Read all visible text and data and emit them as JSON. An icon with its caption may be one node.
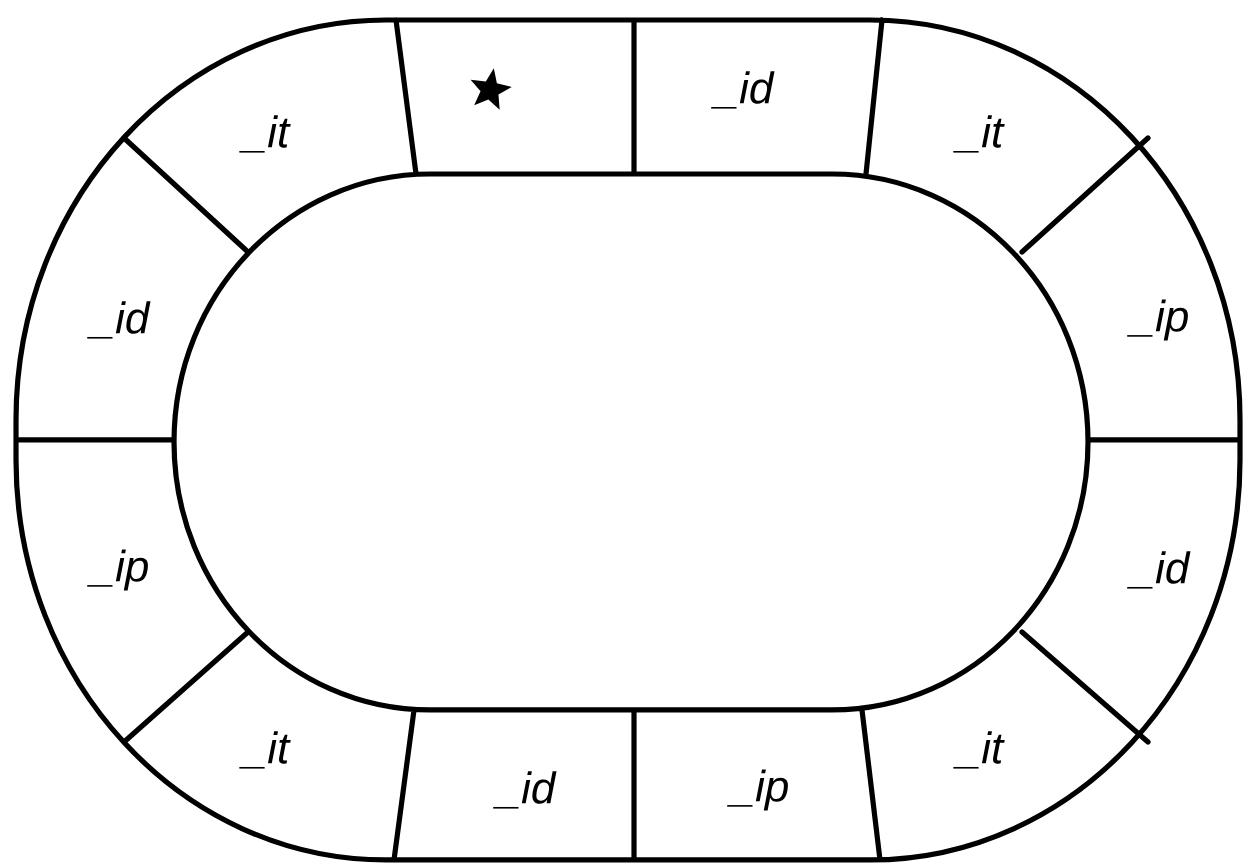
{
  "diagram": {
    "nodes": [
      {
        "text": [
          "_it"
        ]
      },
      {
        "text": [],
        "shape": "star"
      },
      {
        "text": [
          "_id"
        ]
      },
      {
        "text": [
          "_it"
        ]
      },
      {
        "text": [
          "_id"
        ]
      },
      {
        "text": [
          "_ip"
        ]
      },
      {
        "text": [
          "_ip"
        ]
      },
      {
        "text": [
          "_id"
        ]
      },
      {
        "text": [
          "_it"
        ]
      },
      {
        "text": [
          "_id"
        ]
      },
      {
        "text": [
          "_ip"
        ]
      },
      {
        "text": [
          "_it"
        ]
      }
    ]
  }
}
